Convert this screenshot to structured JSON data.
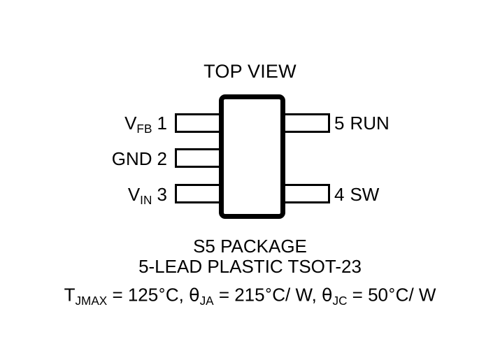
{
  "diagram": {
    "view_title": "TOP VIEW",
    "package_outline": {
      "shape": "rounded-rectangle",
      "fill_color": "#ffffff",
      "stroke_color": "#000000"
    },
    "pins": {
      "left": [
        {
          "number": "1",
          "name": "V",
          "subscript": "FB",
          "full_label": "VFB 1"
        },
        {
          "number": "2",
          "name": "GND",
          "subscript": "",
          "full_label": "GND 2"
        },
        {
          "number": "3",
          "name": "V",
          "subscript": "IN",
          "full_label": "VIN 3"
        }
      ],
      "right": [
        {
          "number": "5",
          "name": "RUN",
          "subscript": "",
          "full_label": "5 RUN"
        },
        {
          "number": "4",
          "name": "SW",
          "subscript": "",
          "full_label": "4 SW"
        }
      ]
    },
    "caption": {
      "package_name": "S5 PACKAGE",
      "lead_description": "5-LEAD PLASTIC TSOT-23",
      "thermal": {
        "tjmax_symbol": "T",
        "tjmax_subscript": "JMAX",
        "tjmax_eq": " = 125",
        "tjmax_unit": "C, ",
        "theta_ja_symbol": "θ",
        "theta_ja_subscript": "JA",
        "theta_ja_eq": " = 215",
        "theta_ja_unit": "C/ W, ",
        "theta_jc_symbol": "θ",
        "theta_jc_subscript": "JC",
        "theta_jc_eq": " = 50",
        "theta_jc_unit": "C/ W",
        "degree_sign": "°",
        "full_text": "TJMAX = 125°C, θJA = 215°C/ W, θJC = 50°C/ W"
      }
    }
  }
}
